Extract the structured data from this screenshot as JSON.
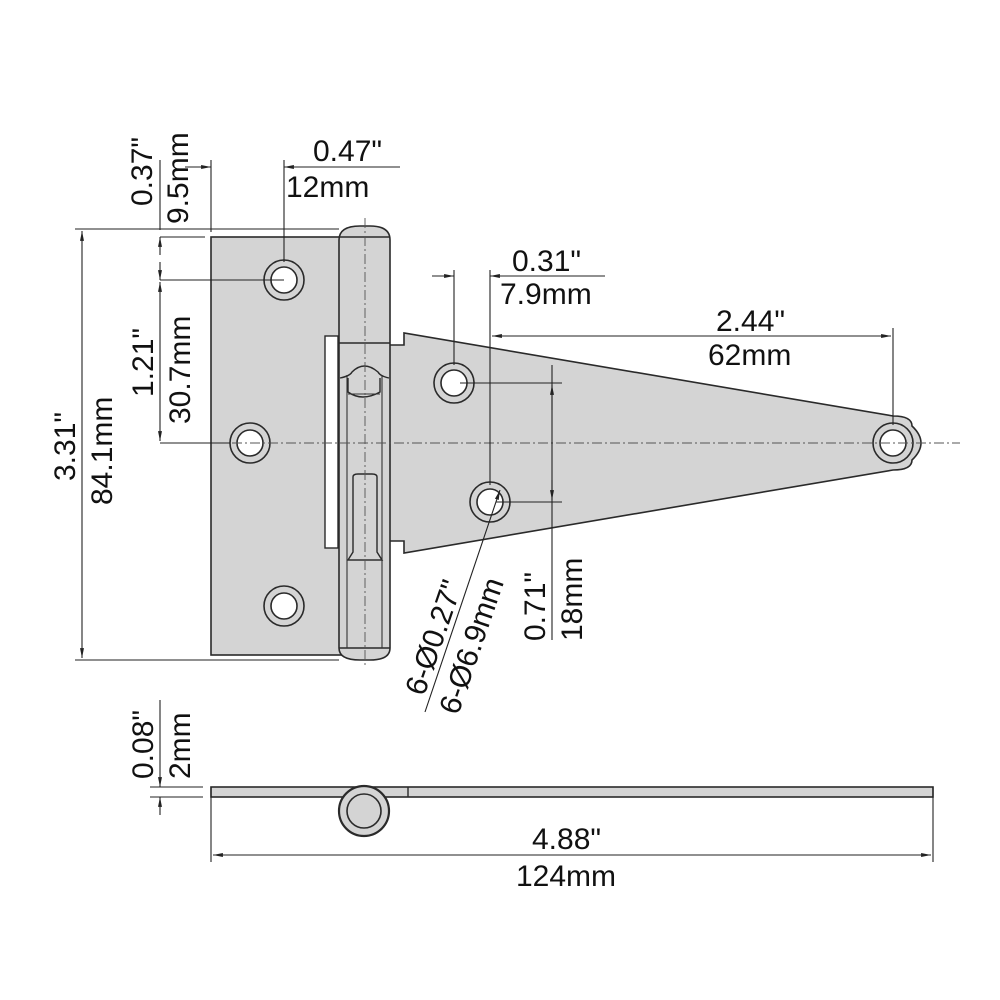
{
  "drawing": {
    "subject": "T-strap hinge dimension drawing",
    "colors": {
      "part_fill": "#d4d4d4",
      "line": "#2a2a2a",
      "background": "#ffffff"
    },
    "dimensions": {
      "top_edge_to_hole": {
        "inch": "0.37\"",
        "mm": "9.5mm"
      },
      "leaf_edge_to_hole": {
        "inch": "0.47\"",
        "mm": "12mm"
      },
      "hole_spacing_vertical": {
        "inch": "1.21\"",
        "mm": "30.7mm"
      },
      "overall_height": {
        "inch": "3.31\"",
        "mm": "84.1mm"
      },
      "strap_hole_offset": {
        "inch": "0.31\"",
        "mm": "7.9mm"
      },
      "strap_hole_to_tip": {
        "inch": "2.44\"",
        "mm": "62mm"
      },
      "strap_hole_spacing": {
        "inch": "0.71\"",
        "mm": "18mm"
      },
      "hole_diameter": {
        "inch": "6-Ø0.27\"",
        "mm": "6-Ø6.9mm"
      },
      "thickness": {
        "inch": "0.08\"",
        "mm": "2mm"
      },
      "overall_length": {
        "inch": "4.88\"",
        "mm": "124mm"
      }
    }
  }
}
